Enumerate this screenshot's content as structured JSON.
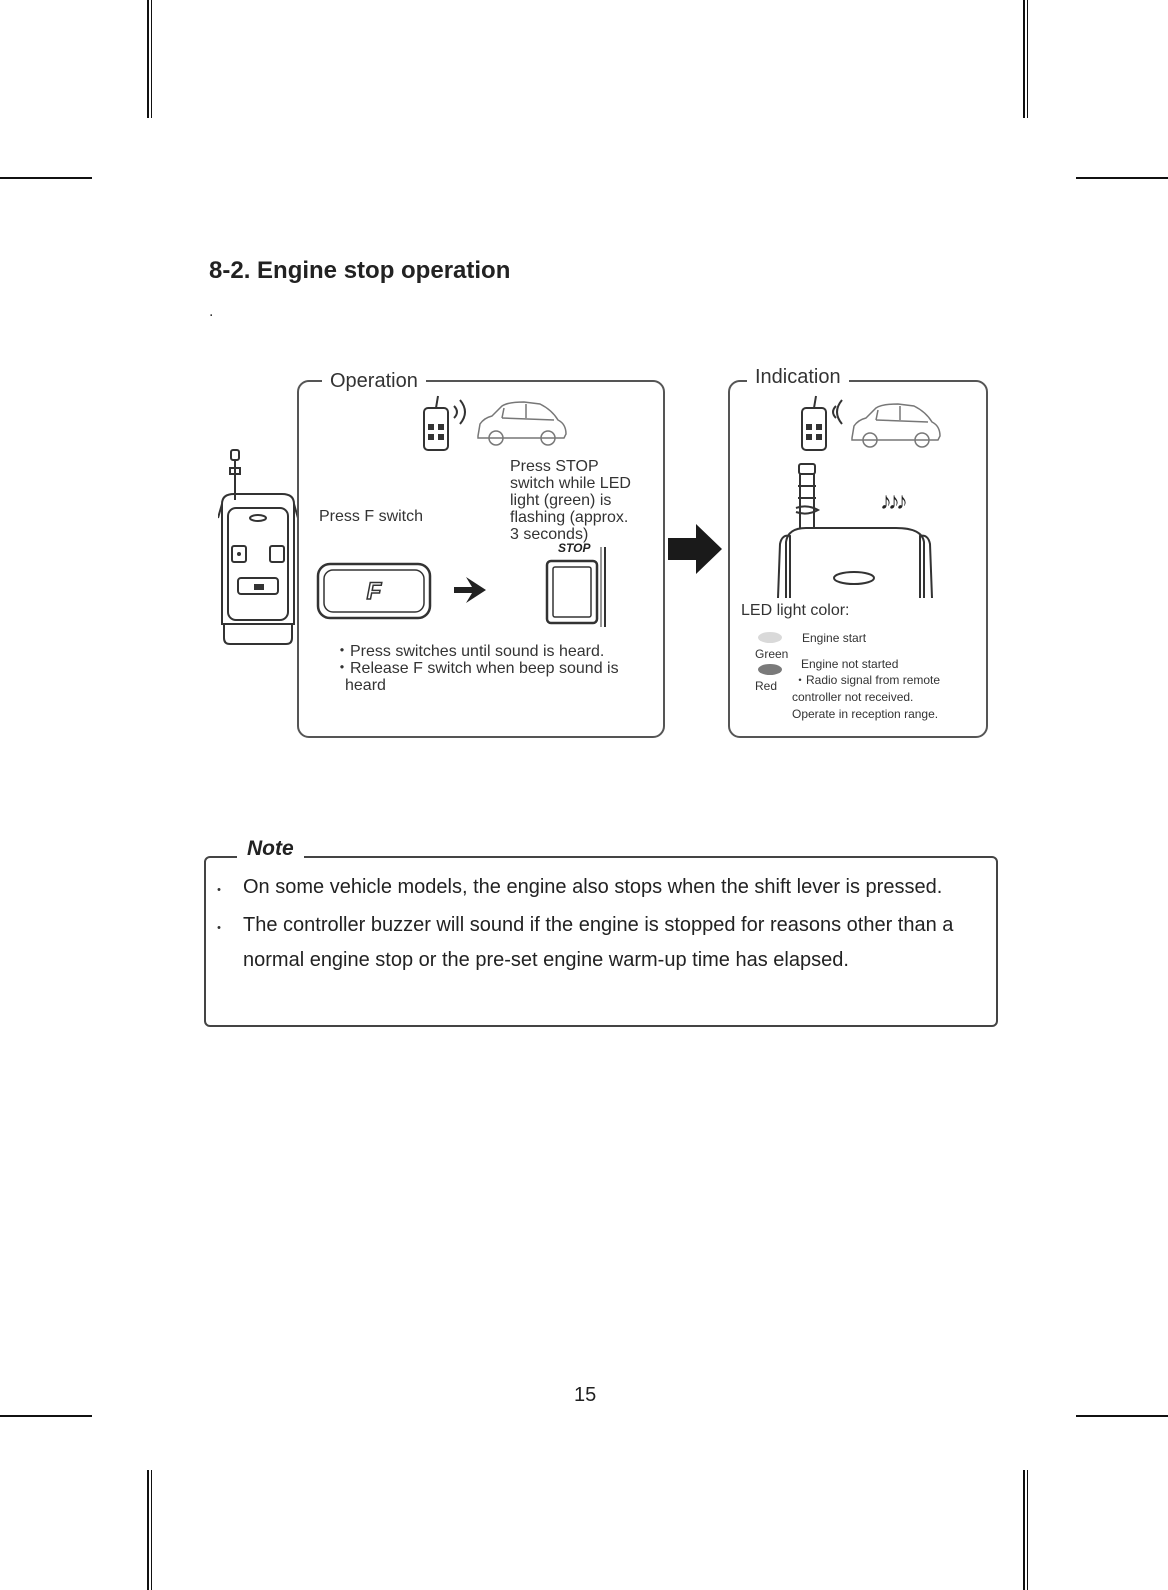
{
  "section": {
    "title": "8-2. Engine stop operation",
    "dot": "."
  },
  "operation": {
    "panel_label": "Operation",
    "press_f": "Press F switch",
    "press_stop_lines": [
      "Press STOP",
      "switch while LED",
      "light (green) is",
      "flashing (approx.",
      "3 seconds)"
    ],
    "stop_key_label": "STOP",
    "f_key_label": "F",
    "instructions": [
      "・Press switches until sound is heard.",
      "・Release F switch when beep sound is",
      "heard"
    ]
  },
  "indication": {
    "panel_label": "Indication",
    "led_title": "LED light color:",
    "green_label": "Green",
    "red_label": "Red",
    "engine_start": "Engine start",
    "engine_not_started": "Engine not started",
    "radio_lines": [
      "・Radio signal from remote",
      "controller not received.",
      "Operate in reception range."
    ],
    "music_notes": "♪♪♪"
  },
  "note": {
    "title": "Note",
    "bullet": "・",
    "line1": "On some vehicle models, the engine also stops when the shift lever is pressed.",
    "line2a": "The controller buzzer will sound if the engine is stopped for reasons other than a",
    "line2b": "normal engine stop or the pre-set engine warm-up time has elapsed."
  },
  "page_number": "15",
  "colors": {
    "led_green": "#d9d9d9",
    "led_red": "#7a7a7a",
    "arrow": "#1a1a1a"
  }
}
